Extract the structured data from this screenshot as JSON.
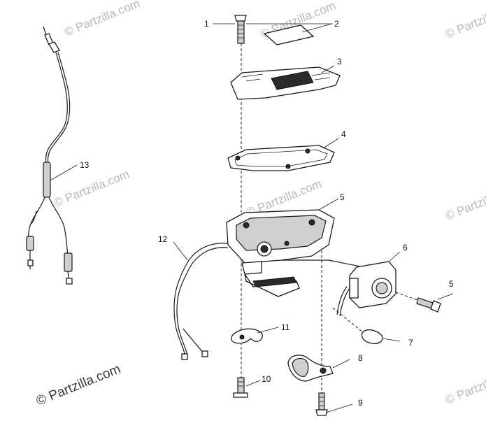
{
  "watermark": {
    "text": "© Partzilla.com",
    "main_text": "© Partzilla.com"
  },
  "callouts": [
    {
      "id": "1",
      "label": "1"
    },
    {
      "id": "2",
      "label": "2"
    },
    {
      "id": "3",
      "label": "3"
    },
    {
      "id": "4",
      "label": "4"
    },
    {
      "id": "5",
      "label": "5"
    },
    {
      "id": "6",
      "label": "6"
    },
    {
      "id": "5b",
      "label": "5"
    },
    {
      "id": "7",
      "label": "7"
    },
    {
      "id": "8",
      "label": "8"
    },
    {
      "id": "9",
      "label": "9"
    },
    {
      "id": "10",
      "label": "10"
    },
    {
      "id": "11",
      "label": "11"
    },
    {
      "id": "12",
      "label": "12"
    },
    {
      "id": "13",
      "label": "13"
    }
  ]
}
